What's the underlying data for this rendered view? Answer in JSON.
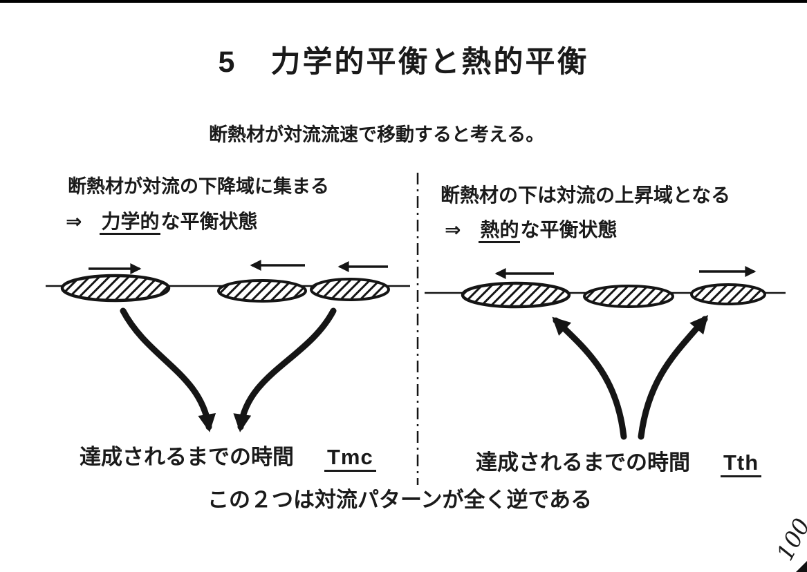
{
  "slide": {
    "number": "5",
    "title": "力学的平衡と熱的平衡",
    "subtitle": "断熱材が対流流速で移動すると考える。",
    "left_panel": {
      "heading": "断熱材が対流の下降域に集まる",
      "implies": "⇒",
      "state_underlined": "力学的",
      "state_rest": "な平衡状態",
      "time_label": "達成されるまでの時間",
      "time_value": "Tmc"
    },
    "right_panel": {
      "heading": "断熱材の下は対流の上昇域となる",
      "implies": "⇒",
      "state_underlined": "熱的",
      "state_rest": "な平衡状態",
      "time_label": "達成されるまでの時間",
      "time_value": "Tth"
    },
    "footer": "この２つは対流パターンが全く逆である",
    "page_number": "100"
  },
  "colors": {
    "ink": "#1a1a1a",
    "paper": "#ffffff"
  }
}
